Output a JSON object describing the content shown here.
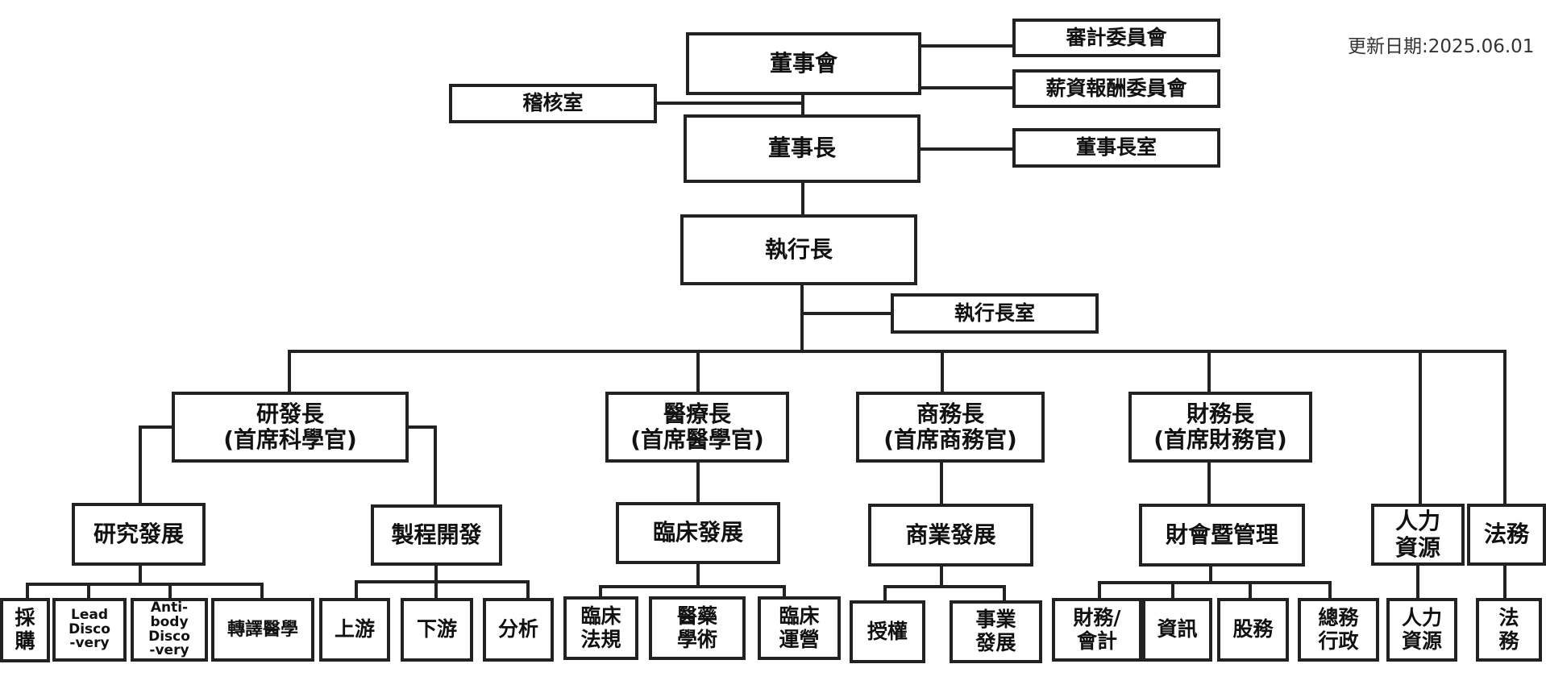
{
  "update_date": "更新日期:2025.06.01",
  "nodes": {
    "board": "董事會",
    "audit_committee": "審計委員會",
    "compensation_committee": "薪資報酬委員會",
    "audit_office": "稽核室",
    "chairman": "董事長",
    "chairman_office": "董事長室",
    "ceo": "執行長",
    "ceo_office": "執行長室",
    "cso": "研發長\n(首席科學官)",
    "cmo": "醫療長\n(首席醫學官)",
    "cbo": "商務長\n(首席商務官)",
    "cfo": "財務長\n(首席財務官)",
    "research": "研究發展",
    "process": "製程開發",
    "clinical": "臨床發展",
    "business": "商業發展",
    "finance_mgmt": "財會暨管理",
    "hr": "人力\n資源",
    "legal": "法務",
    "procurement": "採\n購",
    "lead_discovery": "Lead\nDisco\n-very",
    "antibody_discovery": "Anti-\nbody\nDisco\n-very",
    "translational": "轉譯醫學",
    "upstream": "上游",
    "downstream": "下游",
    "analysis": "分析",
    "clinical_regulatory": "臨床\n法規",
    "medical_affairs": "醫藥\n學術",
    "clinical_ops": "臨床\n運營",
    "licensing": "授權",
    "biz_dev": "事業\n發展",
    "finance_accounting": "財務/\n會計",
    "it": "資訊",
    "stock_affairs": "股務",
    "general_admin": "總務\n行政",
    "hr_sub": "人力\n資源",
    "legal_sub": "法\n務"
  }
}
